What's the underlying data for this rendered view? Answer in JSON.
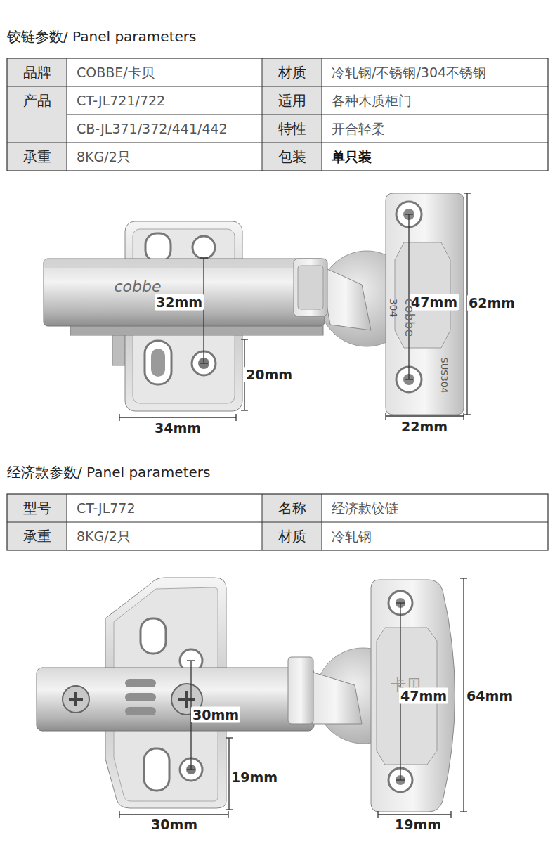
{
  "diagram": {
    "title": "铰链参数/ Panel parameters",
    "labels": [
      "品牌",
      "COBBE/卡贝",
      "材质",
      "冷轧钢/不锈钢/304不锈钢",
      "产品",
      "CT-JL721/722",
      "适用",
      "各种木质柜门",
      "CB-JL371/372/441/442",
      "特性",
      "开合轻柔",
      "承重",
      "8KG/2只",
      "包装",
      "单只装",
      "cobbe",
      "32mm",
      "47mm",
      "62mm",
      "304",
      "cobbe",
      "SUS304",
      "20mm",
      "34mm",
      "22mm",
      "经济款参数/ Panel parameters",
      "型号",
      "CT-JL772",
      "名称",
      "经济款铰链",
      "承重",
      "8KG/2只",
      "材质",
      "冷轧钢",
      "卡贝",
      "47mm",
      "30mm",
      "64mm",
      "19mm",
      "30mm",
      "19mm"
    ]
  }
}
